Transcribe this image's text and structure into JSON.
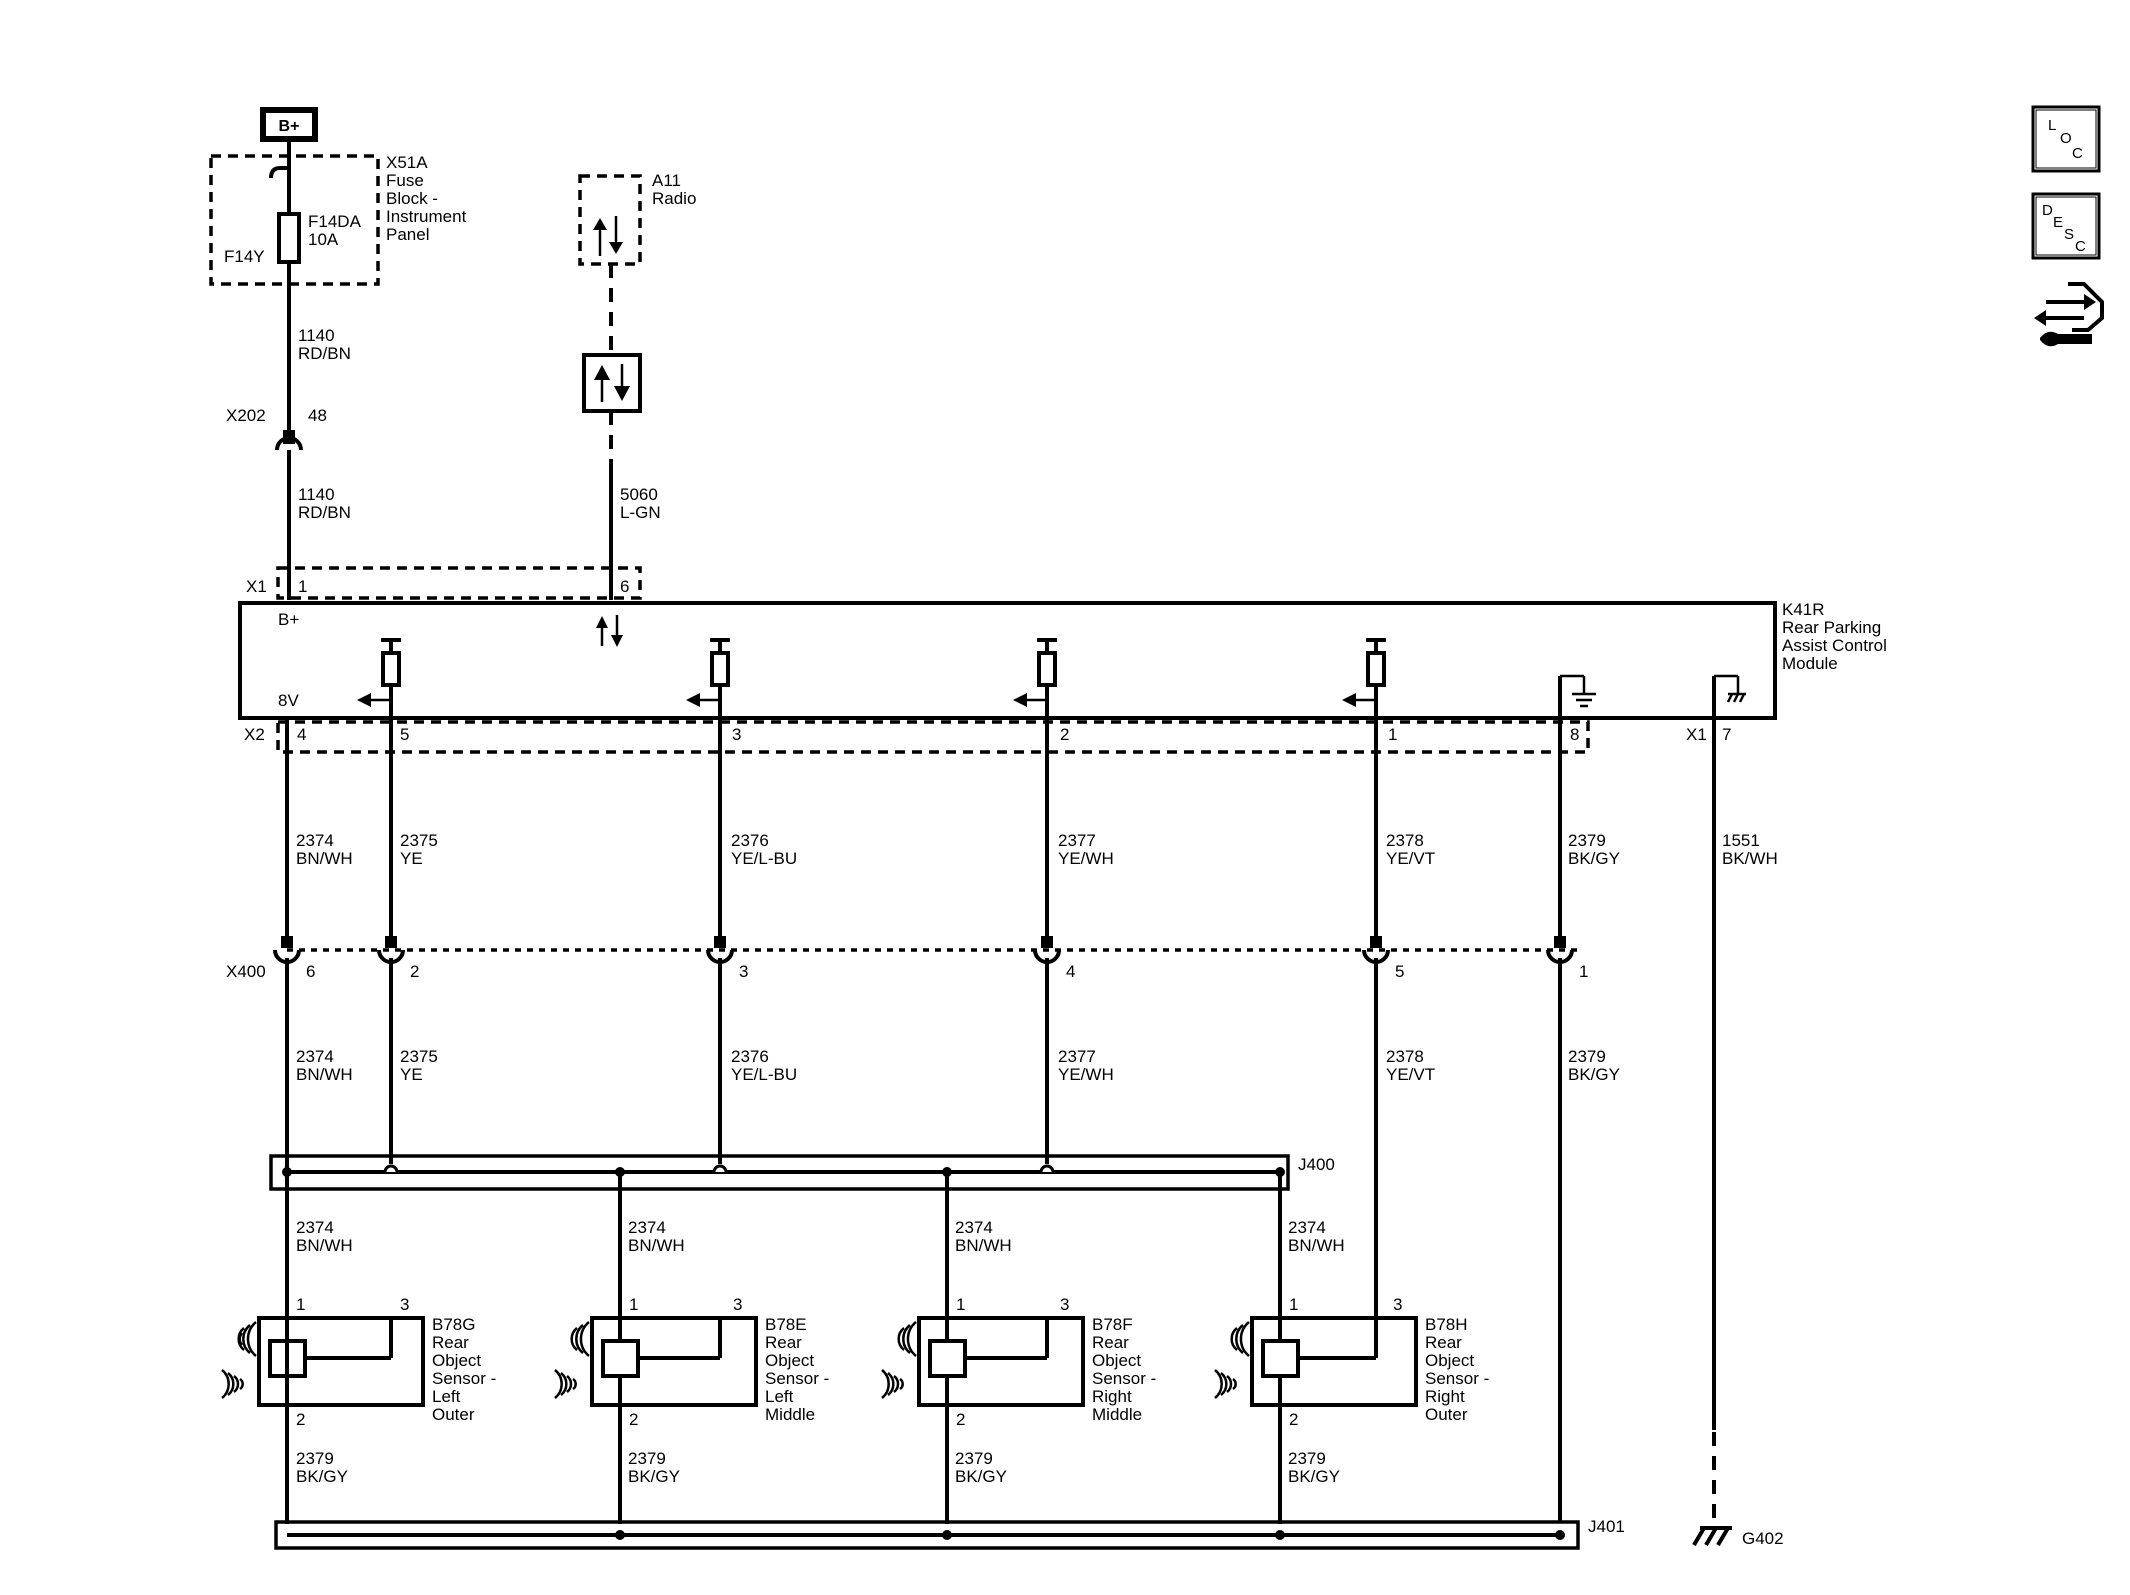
{
  "power": {
    "bplus": "B+",
    "fuse_block": [
      "X51A",
      "Fuse",
      "Block -",
      "Instrument",
      "Panel"
    ],
    "fuse_id": "F14DA",
    "fuse_rating": "10A",
    "fuse_label": "F14Y"
  },
  "radio": {
    "ref": "A11",
    "name": "Radio"
  },
  "connectors": {
    "x202": "X202",
    "x202_pin": "48",
    "x1": "X1",
    "x2": "X2",
    "x400": "X400",
    "j400": "J400",
    "j401": "J401",
    "g402": "G402"
  },
  "module": {
    "ref": "K41R",
    "name_lines": [
      "Rear Parking",
      "Assist Control",
      "Module"
    ],
    "bplus": "B+",
    "v8": "8V",
    "x1_pins": [
      "1",
      "6",
      "7"
    ],
    "x2_pins": [
      "4",
      "5",
      "3",
      "2",
      "1",
      "8"
    ]
  },
  "x400_pins": [
    "6",
    "2",
    "3",
    "4",
    "5",
    "1"
  ],
  "wires": {
    "w1140": [
      "1140",
      "RD/BN"
    ],
    "w5060": [
      "5060",
      "L-GN"
    ],
    "w2374": [
      "2374",
      "BN/WH"
    ],
    "w2375": [
      "2375",
      "YE"
    ],
    "w2376": [
      "2376",
      "YE/L-BU"
    ],
    "w2377": [
      "2377",
      "YE/WH"
    ],
    "w2378": [
      "2378",
      "YE/VT"
    ],
    "w2379": [
      "2379",
      "BK/GY"
    ],
    "w1551": [
      "1551",
      "BK/WH"
    ]
  },
  "sensors": [
    {
      "ref": "B78G",
      "lines": [
        "Rear",
        "Object",
        "Sensor -",
        "Left",
        "Outer"
      ],
      "pin1": "1",
      "pin3": "3",
      "pin2": "2"
    },
    {
      "ref": "B78E",
      "lines": [
        "Rear",
        "Object",
        "Sensor -",
        "Left",
        "Middle"
      ],
      "pin1": "1",
      "pin3": "3",
      "pin2": "2"
    },
    {
      "ref": "B78F",
      "lines": [
        "Rear",
        "Object",
        "Sensor -",
        "Right",
        "Middle"
      ],
      "pin1": "1",
      "pin3": "3",
      "pin2": "2"
    },
    {
      "ref": "B78H",
      "lines": [
        "Rear",
        "Object",
        "Sensor -",
        "Right",
        "Outer"
      ],
      "pin1": "1",
      "pin3": "3",
      "pin2": "2"
    }
  ],
  "toolbar": {
    "loc": [
      "L",
      "O",
      "C"
    ],
    "desc": [
      "D",
      "E",
      "S",
      "C"
    ],
    "icon": "connector-tool-icon"
  }
}
